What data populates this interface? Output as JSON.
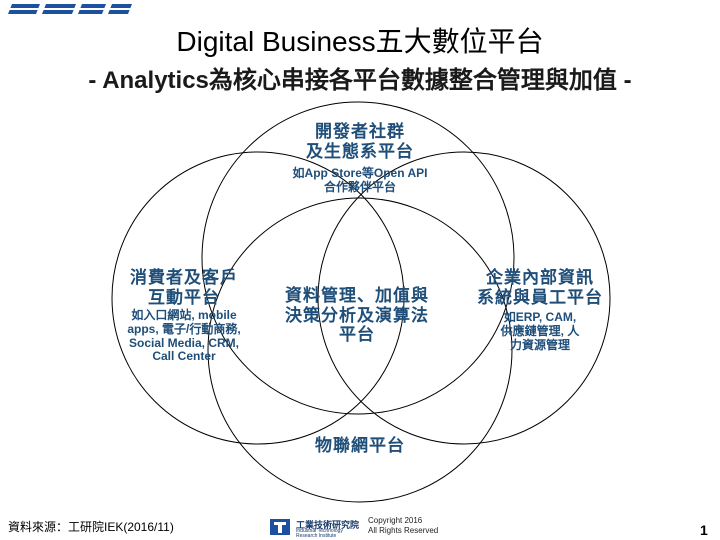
{
  "title": "Digital Business五大數位平台",
  "subtitle": "- Analytics為核心串接各平台數據整合管理與加值 -",
  "logo_icon": "itri-stripe-logo",
  "colors": {
    "label": "#1f4e79",
    "logo": "#1e50a0",
    "circle": "#000000"
  },
  "circles": {
    "top": {
      "heading_1": "開發者社群",
      "heading_2": "及生態系平台",
      "detail_1": "如App Store等Open API",
      "detail_2": "合作夥伴平台"
    },
    "left": {
      "heading_1": "消費者及客戶",
      "heading_2": "互動平台",
      "detail_1": "如入口網站, mobile",
      "detail_2": "apps, 電子/行動商務,",
      "detail_3": "Social Media, CRM,",
      "detail_4": "Call Center"
    },
    "right": {
      "heading_1": "企業內部資訊",
      "heading_2": "系統與員工平台",
      "detail_1": "如ERP, CAM,",
      "detail_2": "供應鏈管理, 人",
      "detail_3": "力資源管理"
    },
    "center": {
      "line_1": "資料管理、加值與",
      "line_2": "決策分析及演算法",
      "line_3": "平台"
    },
    "bottom": {
      "heading": "物聯網平台"
    }
  },
  "footer": {
    "source": "資料來源：工研院IEK(2016/11)",
    "org_name": "工業技術研究院",
    "org_en_1": "Industrial Technology",
    "org_en_2": "Research Institute",
    "copyright_1": "Copyright 2016",
    "copyright_2": "All Rights Reserved",
    "page_number": "1"
  }
}
